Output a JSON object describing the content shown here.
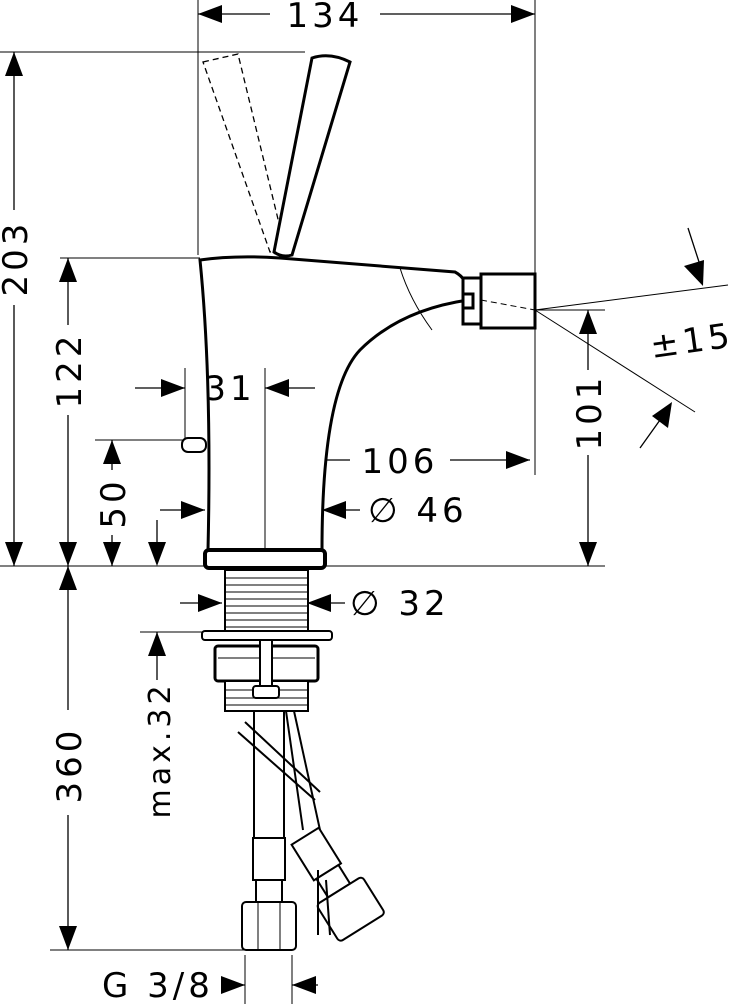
{
  "dimensions": {
    "width_total": "134",
    "height_total": "203",
    "spout_height": "122",
    "popup_height": "50",
    "popup_offset": "31",
    "spout_reach": "106",
    "body_diameter": "∅ 46",
    "shank_diameter": "∅ 32",
    "spout_outlet_height": "101",
    "swivel_angle": "±15°",
    "hose_length": "360",
    "max_thickness": "max.32",
    "connection_thread": "G 3/8"
  }
}
